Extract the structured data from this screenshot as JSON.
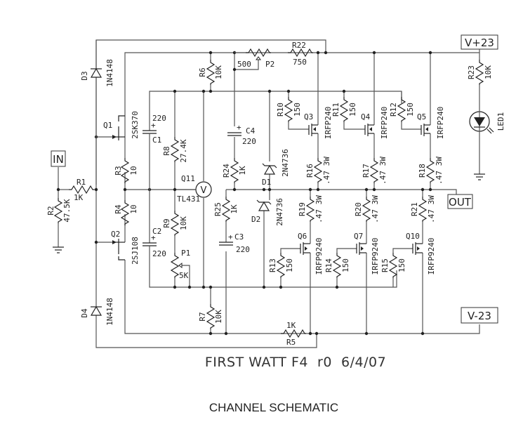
{
  "diagram": {
    "title": "FIRST WATT F4  r0  6/4/07",
    "caption": "CHANNEL SCHEMATIC",
    "ports": {
      "vplus": "V+23",
      "vminus": "V-23",
      "input": "IN",
      "output": "OUT"
    },
    "components": {
      "D3": {
        "ref": "D3",
        "value": "1N4148"
      },
      "D4": {
        "ref": "D4",
        "value": "1N4148"
      },
      "Q1": {
        "ref": "Q1",
        "value": "2SK370"
      },
      "Q2": {
        "ref": "Q2",
        "value": "2SJ108"
      },
      "R1": {
        "ref": "R1",
        "value": "1K"
      },
      "R2": {
        "ref": "R2",
        "value": "47.5K"
      },
      "R3": {
        "ref": "R3",
        "value": "10"
      },
      "R4": {
        "ref": "R4",
        "value": "10"
      },
      "C1": {
        "ref": "C1",
        "value": "220"
      },
      "C2": {
        "ref": "C2",
        "value": "220"
      },
      "R8": {
        "ref": "R8",
        "value": "27.4K"
      },
      "R9": {
        "ref": "R9",
        "value": "10K"
      },
      "P1": {
        "ref": "P1",
        "value": "5K"
      },
      "Q11": {
        "ref": "Q11",
        "value": "TL431"
      },
      "R6": {
        "ref": "R6",
        "value": "10K"
      },
      "R7": {
        "ref": "R7",
        "value": "10K"
      },
      "P2": {
        "ref": "P2",
        "value": "500"
      },
      "R22": {
        "ref": "R22",
        "value": "750"
      },
      "C4": {
        "ref": "C4",
        "value": "220"
      },
      "C3": {
        "ref": "C3",
        "value": "220"
      },
      "R24": {
        "ref": "R24",
        "value": "1K"
      },
      "R25": {
        "ref": "R25",
        "value": "1K"
      },
      "D1": {
        "ref": "D1",
        "value": "2N4736"
      },
      "D2": {
        "ref": "D2",
        "value": "2N4736"
      },
      "R10": {
        "ref": "R10",
        "value": "150"
      },
      "R11": {
        "ref": "R11",
        "value": "150"
      },
      "R12": {
        "ref": "R12",
        "value": "150"
      },
      "Q3": {
        "ref": "Q3",
        "value": "IRFP240"
      },
      "Q4": {
        "ref": "Q4",
        "value": "IRFP240"
      },
      "Q5": {
        "ref": "Q5",
        "value": "IRFP240"
      },
      "R16": {
        "ref": "R16",
        "value": ".47 3W"
      },
      "R17": {
        "ref": "R17",
        "value": ".47 3W"
      },
      "R18": {
        "ref": "R18",
        "value": ".47 3W"
      },
      "R19": {
        "ref": "R19",
        "value": ".47 3W"
      },
      "R20": {
        "ref": "R20",
        "value": ".47 3W"
      },
      "R21": {
        "ref": "R21",
        "value": ".47 3W"
      },
      "Q6": {
        "ref": "Q6",
        "value": "IRFP9240"
      },
      "Q7": {
        "ref": "Q7",
        "value": "IRFP9240"
      },
      "Q10": {
        "ref": "Q10",
        "value": "IRFP9240"
      },
      "R13": {
        "ref": "R13",
        "value": "150"
      },
      "R14": {
        "ref": "R14",
        "value": "150"
      },
      "R15": {
        "ref": "R15",
        "value": "150"
      },
      "R23": {
        "ref": "R23",
        "value": "10K"
      },
      "LED1": {
        "ref": "LED1",
        "value": ""
      },
      "R5": {
        "ref": "R5",
        "value": "1K"
      }
    }
  }
}
